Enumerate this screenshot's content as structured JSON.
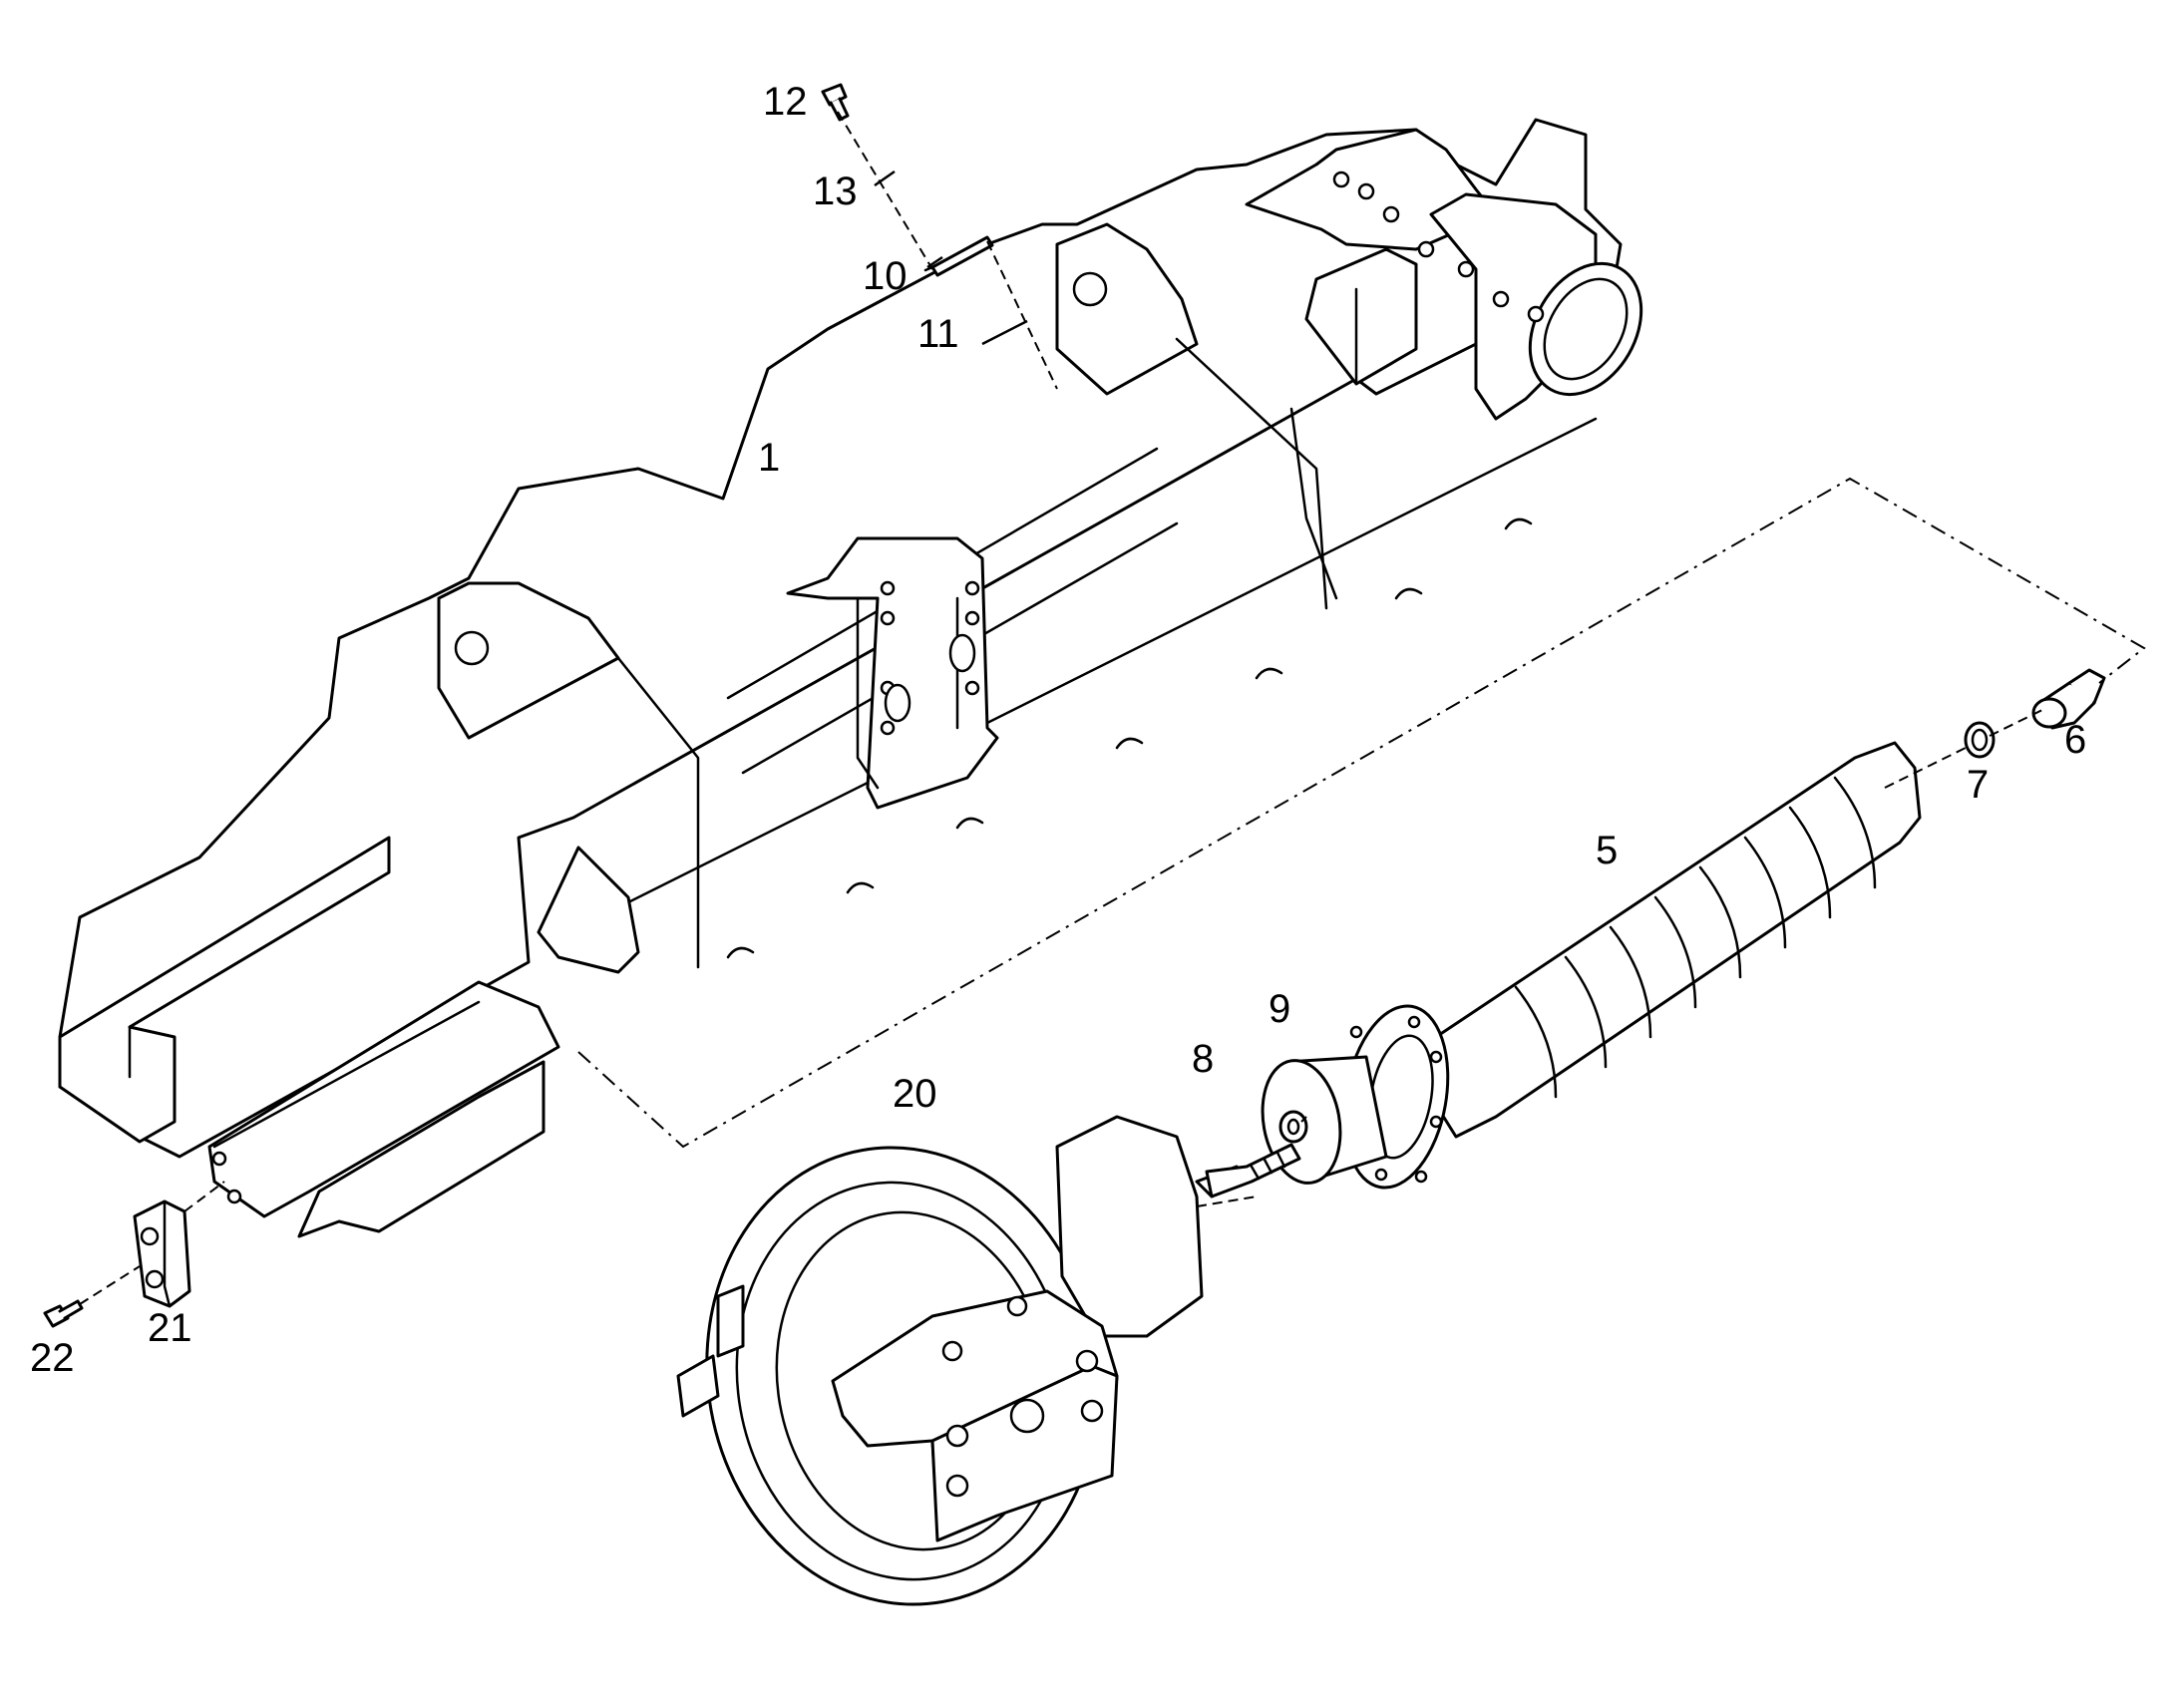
{
  "diagram": {
    "callouts": {
      "c1": "1",
      "c5": "5",
      "c6": "6",
      "c7": "7",
      "c8": "8",
      "c9": "9",
      "c10": "10",
      "c11": "11",
      "c12": "12",
      "c13": "13",
      "c20": "20",
      "c21": "21",
      "c22": "22"
    }
  }
}
